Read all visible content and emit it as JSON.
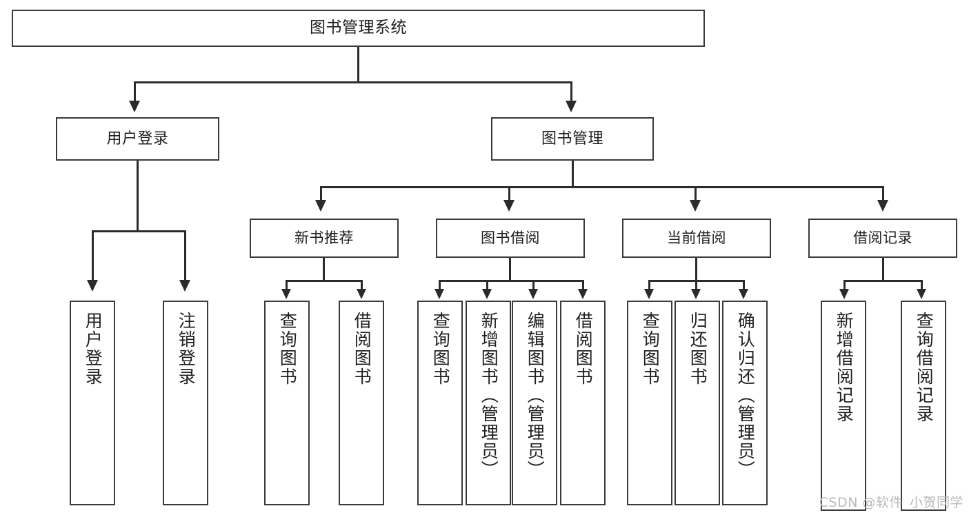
{
  "diagram": {
    "type": "tree-hierarchy",
    "title": "图书管理系统",
    "watermark": "CSDN @软件_小贺同学",
    "colors": {
      "box_border": "#3a3a3a",
      "connector": "#2b2b2b",
      "background": "#ffffff",
      "text": "#1f1f1f",
      "watermark": "#b9b9b9"
    },
    "root": {
      "label": "图书管理系统"
    },
    "level1": [
      {
        "label": "用户登录"
      },
      {
        "label": "图书管理"
      }
    ],
    "level2": [
      {
        "label": "新书推荐",
        "parent": "图书管理"
      },
      {
        "label": "图书借阅",
        "parent": "图书管理"
      },
      {
        "label": "当前借阅",
        "parent": "图书管理"
      },
      {
        "label": "借阅记录",
        "parent": "图书管理"
      }
    ],
    "leaves": {
      "user_login": [
        {
          "label": "用户登录"
        },
        {
          "label": "注销登录"
        }
      ],
      "new_book_recommend": [
        {
          "label": "查询图书"
        },
        {
          "label": "借阅图书"
        }
      ],
      "book_borrow": [
        {
          "label": "查询图书"
        },
        {
          "label": "新增图书（管理员）"
        },
        {
          "label": "编辑图书（管理员）"
        },
        {
          "label": "借阅图书"
        }
      ],
      "current_borrow": [
        {
          "label": "查询图书"
        },
        {
          "label": "归还图书"
        },
        {
          "label": "确认归还（管理员）"
        }
      ],
      "borrow_record": [
        {
          "label": "新增借阅记录"
        },
        {
          "label": "查询借阅记录"
        }
      ]
    }
  }
}
